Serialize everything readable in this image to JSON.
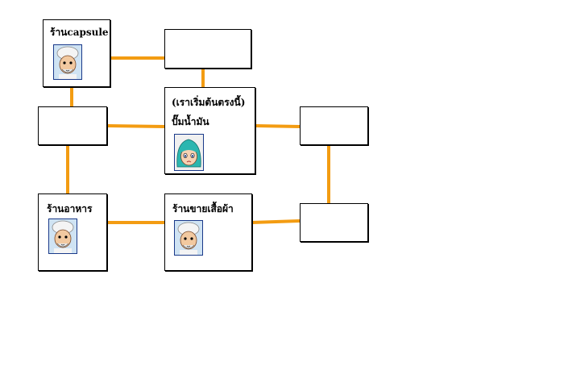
{
  "colors": {
    "connector": "#f39c12",
    "room_border": "#000000",
    "portrait_frame": "#1a3a8a"
  },
  "rooms": {
    "capsule_shop": {
      "label": "ร้านcapsule",
      "portrait": "old-man-turban-icon"
    },
    "start": {
      "label_line1": "(เราเริ่มต้นตรงนี้)",
      "label_line2": "ปั๊มน้ำมัน",
      "portrait": "bulma-icon"
    },
    "food_shop": {
      "label": "ร้านอาหาร",
      "portrait": "old-man-turban-icon"
    },
    "clothes_shop": {
      "label": "ร้านขายเสื้อผ้า",
      "portrait": "old-man-turban-icon"
    }
  }
}
